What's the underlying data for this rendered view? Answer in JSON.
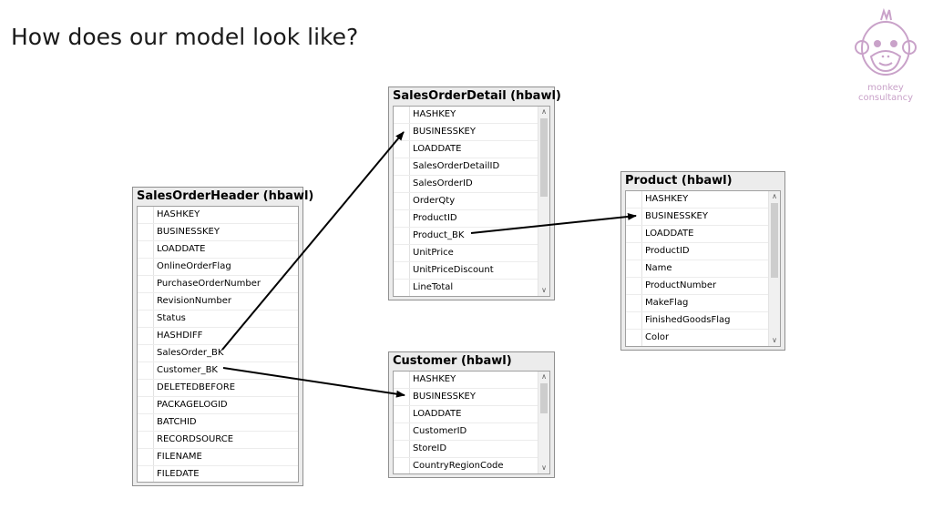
{
  "title": "How does our model look like?",
  "logo": {
    "line1": "monkey",
    "line2": "consultancy",
    "color": "#c9a2c9"
  },
  "tables": {
    "salesorderheader": {
      "title": "SalesOrderHeader (hbawl)",
      "columns": [
        "HASHKEY",
        "BUSINESSKEY",
        "LOADDATE",
        "OnlineOrderFlag",
        "PurchaseOrderNumber",
        "RevisionNumber",
        "Status",
        "HASHDIFF",
        "SalesOrder_BK",
        "Customer_BK",
        "DELETEDBEFORE",
        "PACKAGELOGID",
        "BATCHID",
        "RECORDSOURCE",
        "FILENAME",
        "FILEDATE"
      ]
    },
    "salesorderdetail": {
      "title": "SalesOrderDetail (hbawl)",
      "columns": [
        "HASHKEY",
        "BUSINESSKEY",
        "LOADDATE",
        "SalesOrderDetailID",
        "SalesOrderID",
        "OrderQty",
        "ProductID",
        "Product_BK",
        "UnitPrice",
        "UnitPriceDiscount",
        "LineTotal"
      ]
    },
    "product": {
      "title": "Product (hbawl)",
      "columns": [
        "HASHKEY",
        "BUSINESSKEY",
        "LOADDATE",
        "ProductID",
        "Name",
        "ProductNumber",
        "MakeFlag",
        "FinishedGoodsFlag",
        "Color"
      ]
    },
    "customer": {
      "title": "Customer (hbawl)",
      "columns": [
        "HASHKEY",
        "BUSINESSKEY",
        "LOADDATE",
        "CustomerID",
        "StoreID",
        "CountryRegionCode"
      ]
    }
  },
  "relationships": [
    {
      "from": "SalesOrderHeader.SalesOrder_BK",
      "to": "SalesOrderDetail.BUSINESSKEY"
    },
    {
      "from": "SalesOrderHeader.Customer_BK",
      "to": "Customer.BUSINESSKEY"
    },
    {
      "from": "SalesOrderDetail.Product_BK",
      "to": "Product.BUSINESSKEY"
    }
  ]
}
